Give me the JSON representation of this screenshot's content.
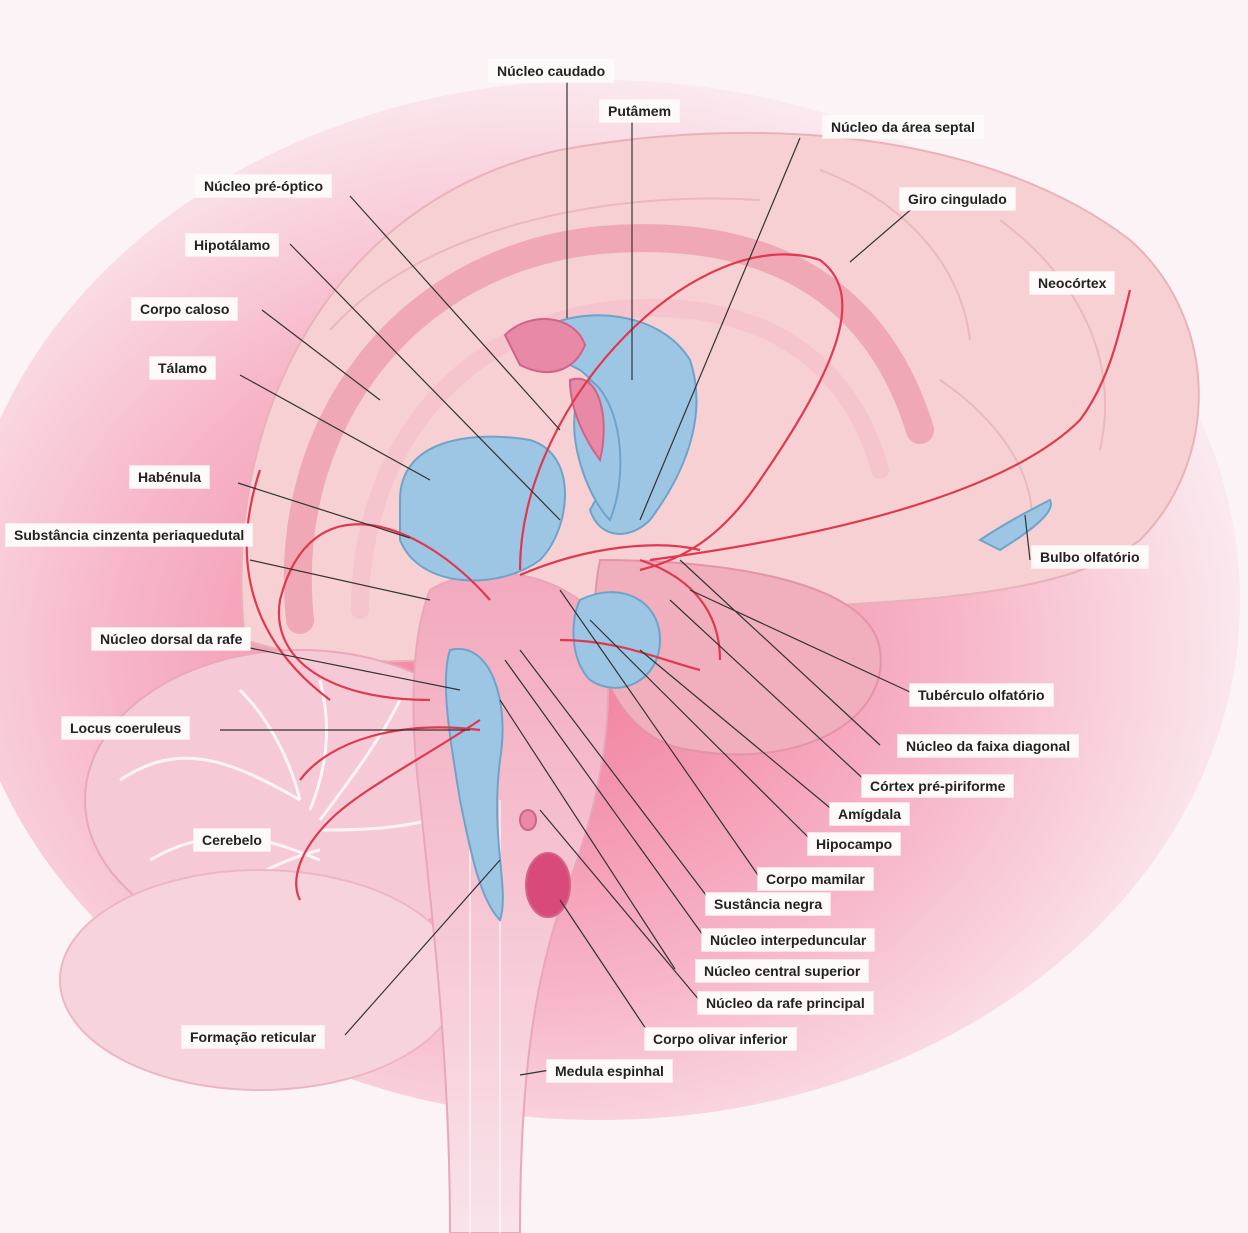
{
  "figure": {
    "labels": {
      "nucleo_caudado": "Núcleo caudado",
      "putamem": "Putâmem",
      "nucleo_area_septal": "Núcleo da área septal",
      "giro_cingulado": "Giro cingulado",
      "neocortex": "Neocórtex",
      "nucleo_pre_optico": "Núcleo pré-óptico",
      "hipotalamo": "Hipotálamo",
      "corpo_caloso": "Corpo caloso",
      "talamo": "Tálamo",
      "habenula": "Habénula",
      "substancia_cinzenta": "Substância cinzenta periaquedutal",
      "bulbo_olfatorio": "Bulbo olfatório",
      "nucleo_dorsal_rafe": "Núcleo dorsal da rafe",
      "tuberculo_olfatorio": "Tubérculo olfatório",
      "locus_coeruleus": "Locus coeruleus",
      "nucleo_faixa_diagonal": "Núcleo da faixa diagonal",
      "cortex_pre_piriforme": "Córtex pré-piriforme",
      "amigdala": "Amígdala",
      "hipocampo": "Hipocampo",
      "cerebelo": "Cerebelo",
      "corpo_mamilar": "Corpo mamilar",
      "sustancia_negra": "Sustância negra",
      "nucleo_interpeduncular": "Núcleo interpeduncular",
      "nucleo_central_superior": "Núcleo central superior",
      "nucleo_rafe_principal": "Núcleo da rafe principal",
      "formacao_reticular": "Formação reticular",
      "corpo_olivar_inferior": "Corpo olivar inferior",
      "medula_espinhal": "Medula espinhal"
    }
  }
}
